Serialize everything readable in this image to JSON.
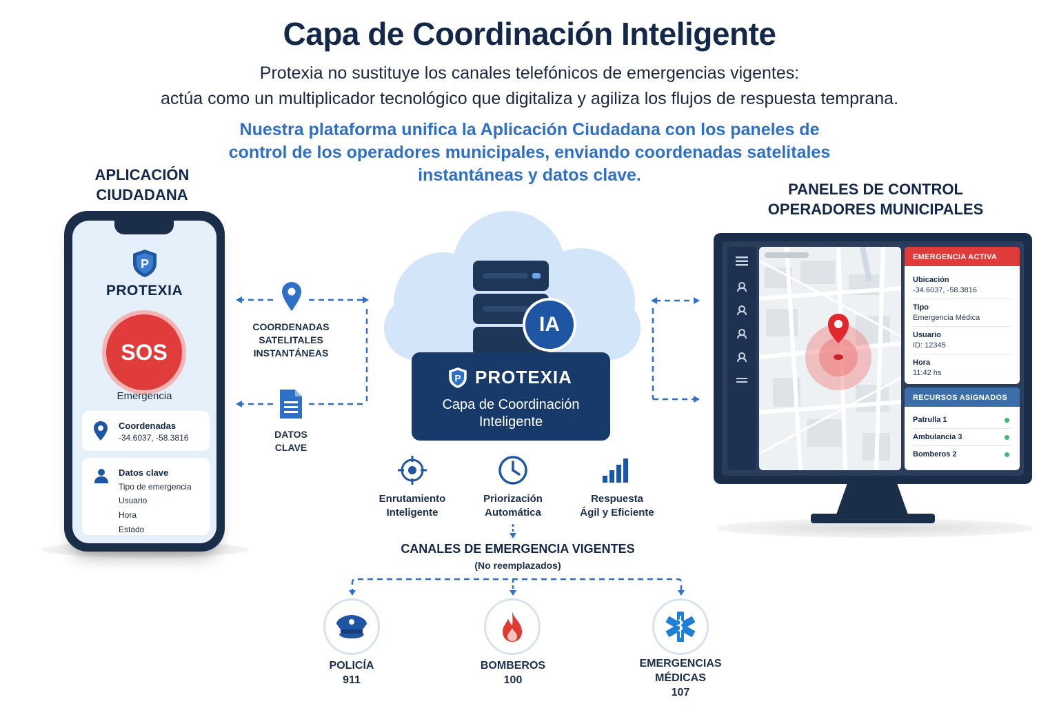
{
  "header": {
    "title": "Capa de Coordinación Inteligente",
    "subtitle_line1": "Protexia no sustituye los canales telefónicos de emergencias vigentes:",
    "subtitle_line2": "actúa como un multiplicador tecnológico que digitaliza y agiliza los flujos de respuesta temprana.",
    "accent_line1": "Nuestra plataforma unifica la Aplicación Ciudadana con los paneles de",
    "accent_line2": "control de los operadores municipales, enviando coordenadas satelitales",
    "accent_line3": "instantáneas y datos clave."
  },
  "citizen_app": {
    "heading_line1": "APLICACIÓN",
    "heading_line2": "CIUDADANA",
    "brand": "PROTEXIA",
    "brand_logo_letter": "P",
    "sos_label": "SOS",
    "emergency_label": "Emergencia",
    "coords_title": "Coordenadas",
    "coords_value": "-34.6037, -58.3816",
    "data_title": "Datos clave",
    "data_items": [
      "Tipo de emergencia",
      "Usuario",
      "Hora",
      "Estado"
    ]
  },
  "connectors": {
    "coords_label_line1": "COORDENADAS",
    "coords_label_line2": "SATELITALES",
    "coords_label_line3": "INSTANTÁNEAS",
    "data_label_line1": "DATOS",
    "data_label_line2": "CLAVE"
  },
  "core": {
    "ia_badge": "IA",
    "brand": "PROTEXIA",
    "brand_logo_letter": "P",
    "caption_line1": "Capa de Coordinación",
    "caption_line2": "Inteligente"
  },
  "features": [
    {
      "icon": "crosshair-icon",
      "line1": "Enrutamiento",
      "line2": "Inteligente"
    },
    {
      "icon": "clock-icon",
      "line1": "Priorización",
      "line2": "Automática"
    },
    {
      "icon": "bar-chart-icon",
      "line1": "Respuesta",
      "line2": "Ágil y Eficiente"
    }
  ],
  "operators": {
    "heading_line1": "PANELES DE CONTROL",
    "heading_line2": "OPERADORES MUNICIPALES",
    "active_emergency": {
      "title": "EMERGENCIA ACTIVA",
      "fields": [
        {
          "label": "Ubicación",
          "value": "-34.6037, -58.3816"
        },
        {
          "label": "Tipo",
          "value": "Emergencia Médica"
        },
        {
          "label": "Usuario",
          "value": "ID: 12345"
        },
        {
          "label": "Hora",
          "value": "11:42 hs"
        }
      ]
    },
    "resources": {
      "title": "RECURSOS ASIGNADOS",
      "items": [
        "Patrulla 1",
        "Ambulancia 3",
        "Bomberos 2"
      ]
    }
  },
  "channels": {
    "title": "CANALES DE EMERGENCIA VIGENTES",
    "subtitle": "(No reemplazados)",
    "items": [
      {
        "icon": "police-cap-icon",
        "line1": "POLICÍA",
        "line2": "911",
        "line3": ""
      },
      {
        "icon": "fire-icon",
        "line1": "BOMBEROS",
        "line2": "100",
        "line3": ""
      },
      {
        "icon": "medical-star-icon",
        "line1": "EMERGENCIAS",
        "line2": "MÉDICAS",
        "line3": "107"
      }
    ]
  },
  "colors": {
    "navy": "#132848",
    "accent_blue": "#2e6fc8",
    "core_blue": "#173a6b",
    "sos_red": "#e03c3c",
    "status_green": "#3dbb6a",
    "resources_header": "#3b6ea8"
  }
}
